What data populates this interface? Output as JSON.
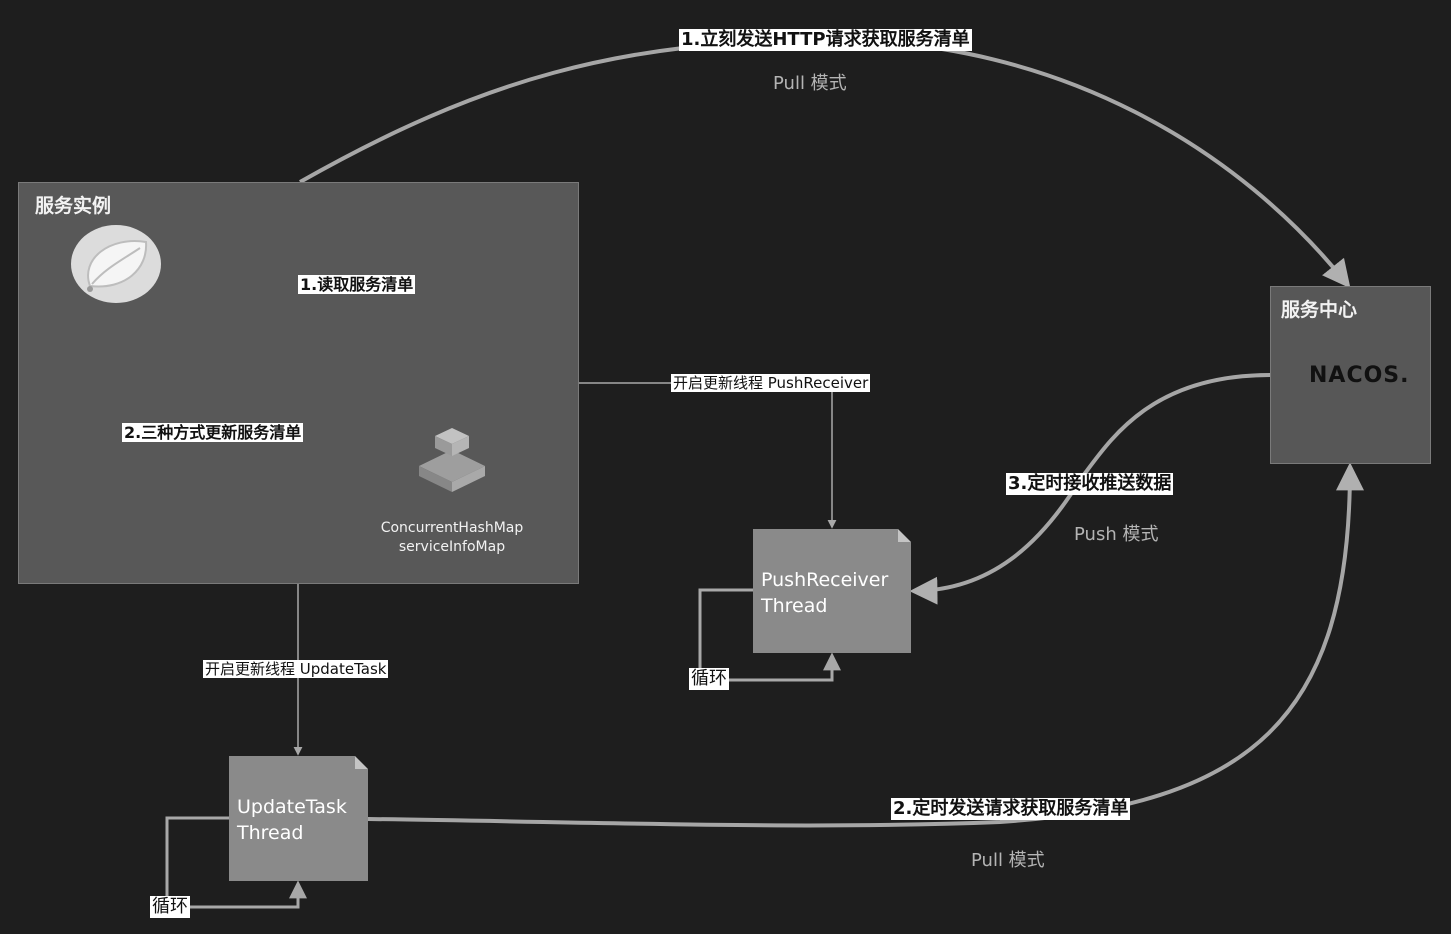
{
  "boxes": {
    "service_instance": "服务实例",
    "service_center": "服务中心"
  },
  "map": {
    "line1": "ConcurrentHashMap",
    "line2": "serviceInfoMap"
  },
  "threads": {
    "push": [
      "PushReceiver",
      "Thread"
    ],
    "update": [
      "UpdateTask",
      "Thread"
    ]
  },
  "labels": {
    "http_pull": "1.立刻发送HTTP请求获取服务清单",
    "read_list": "1.读取服务清单",
    "three_ways": "2.三种方式更新服务清单",
    "start_push": "开启更新线程 PushReceiver",
    "start_update": "开启更新线程 UpdateTask",
    "timed_push": "3.定时接收推送数据",
    "timed_pull": "2.定时发送请求获取服务清单",
    "loop_push": "循环",
    "loop_update": "循环"
  },
  "modes": {
    "pull_top": "Pull 模式",
    "push": "Push 模式",
    "pull_bottom": "Pull 模式"
  },
  "logo": "NACOS.",
  "icons": [
    "spring-leaf-icon",
    "cube-stack-icon",
    "nacos-logo"
  ],
  "colors": {
    "background": "#1e1e1e",
    "box": "#585858",
    "thread": "#8a8a8a",
    "wire": "#9c9c9c"
  }
}
